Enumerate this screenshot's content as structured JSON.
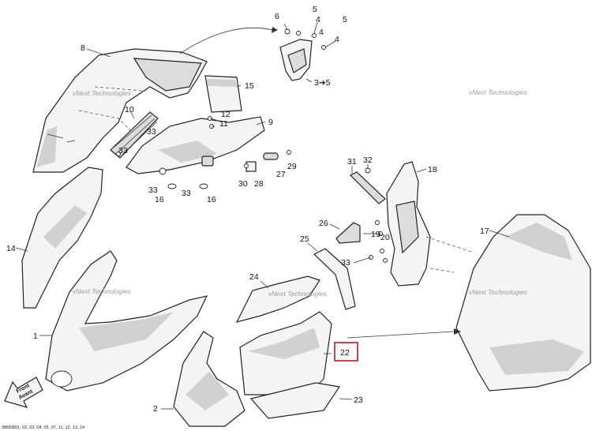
{
  "callouts": {
    "c1": "1",
    "c2": "2",
    "c4a": "4",
    "c4b": "4",
    "c5": "5",
    "c3to5": "3➔5",
    "c6": "6",
    "c8": "8",
    "c9": "9",
    "c10": "10",
    "c11": "11",
    "c12": "12",
    "c14": "14",
    "c15": "15",
    "c16a": "16",
    "c16b": "16",
    "c17": "17",
    "c18": "18",
    "c19": "19",
    "c20": "20",
    "c22": "22",
    "c23": "23",
    "c24": "24",
    "c25": "25",
    "c26": "26",
    "c27": "27",
    "c28": "28",
    "c29": "29",
    "c30": "30",
    "c31": "31",
    "c32": "32",
    "c33a": "33",
    "c33b": "33",
    "c33c": "33",
    "c33d": "33",
    "c33e": "33",
    "c4c": "4",
    "c5b": "5"
  },
  "watermark": "vNext Technologies",
  "direction_arrow": {
    "line1": "Front",
    "line2": "Avant"
  },
  "footer_text": "38M0801, 02, 03, 04, 05, 07, 11, 12, 13, 14",
  "highlight": {
    "part": "22",
    "color": "#c0141c"
  }
}
